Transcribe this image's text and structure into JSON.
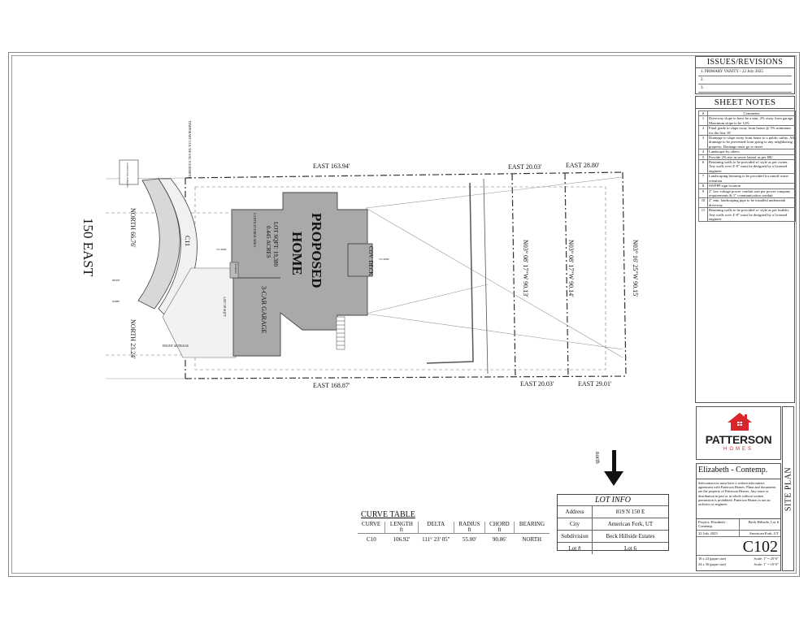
{
  "revisions": {
    "title": "ISSUES/REVISIONS",
    "items": [
      "1.  PRIMARY VANITY - 22 July 2025",
      "2.",
      "3."
    ]
  },
  "sheet_notes": {
    "title": "SHEET NOTES",
    "header": {
      "num": "#",
      "comment": "Comments"
    },
    "items": [
      {
        "num": "1",
        "text": "Driveway slope to have be a min. 2% away from garage. Maximum slope to be 12%"
      },
      {
        "num": "2",
        "text": "Final grade to slope away from house @ 5% minimum for the first 10'"
      },
      {
        "num": "3",
        "text": "Drainage to slope away from home to a public utility. All drainage to be prevented from going to any neighboring property. Drainage must go to street"
      },
      {
        "num": "4",
        "text": "Landscape by others"
      },
      {
        "num": "5",
        "text": "Provide 2% rise in sewer lateral as per IRC"
      },
      {
        "num": "6",
        "text": "Retaining walls to be provided w/ style as per owner. Any walls over 4'-0\" must be designed by a licensed engineer"
      },
      {
        "num": "7",
        "text": "Landscaping berming to be provided for runoff water retention"
      },
      {
        "num": "8",
        "text": "SWPPP sign location"
      },
      {
        "num": "9",
        "text": "2\" low voltage power conduit size per power company requirements & 1\" communication conduit"
      },
      {
        "num": "10",
        "text": "2\" min. landscaping pipe to be installed underneath driveway"
      },
      {
        "num": "11",
        "text": "Retaining walls to be provided w/ style as per builder. Any walls over 4'-0\" must be designed by a licensed engineer"
      }
    ]
  },
  "logo": {
    "brand": "PATTERSON",
    "sub": "HOMES",
    "brand_color": "#222222",
    "accent_color": "#d9262c"
  },
  "project": {
    "name": "Elizabeth - Contemp.",
    "disclaimer": "Subcontractors must have a written subcontract agreement with Patterson Homes. Plans and documents are the property of Patterson Homes. Any reuse or distribution in part or in whole without written permission is prohibited. Patterson Homes is not an architect or engineer.",
    "project_label": "Project: Elizabeth - Contemp.",
    "subdivision_lot": "Beck Hillside, Lot 6",
    "date": "22 July 2025",
    "city": "American Fork, UT",
    "sheet_number": "C102",
    "size_1": "18 x 24 (paper size)",
    "scale_1": "Scale: 1\" = 20'-0\"",
    "size_2": "24 x 36 (paper size)",
    "scale_2": "Scale: 1\" = 10'-0\"",
    "sheet_title": "SITE PLAN"
  },
  "lot_info": {
    "title": "LOT INFO",
    "rows": [
      {
        "label": "Address",
        "value": "819 N 150 E"
      },
      {
        "label": "City",
        "value": "American Fork, UT"
      },
      {
        "label": "Subdivision",
        "value": "Beck Hillside Estates"
      },
      {
        "label": "Lot #",
        "value": "Lot 6"
      }
    ]
  },
  "north_arrow": {
    "label": "north"
  },
  "curve_table": {
    "title": "CURVE TABLE",
    "headers": [
      {
        "h": "CURVE",
        "u": ""
      },
      {
        "h": "LENGTH",
        "u": "ft"
      },
      {
        "h": "DELTA",
        "u": ""
      },
      {
        "h": "RADIUS",
        "u": "ft"
      },
      {
        "h": "CHORD",
        "u": "ft"
      },
      {
        "h": "BEARING",
        "u": ""
      }
    ],
    "rows": [
      {
        "curve": "C10",
        "length": "106.92'",
        "delta": "111° 23' 05\"",
        "radius": "55.00'",
        "chord": "90.86'",
        "bearing": "NORTH"
      }
    ]
  },
  "plan": {
    "street": "150 EAST",
    "home_label_1": "PROPOSED",
    "home_label_2": "HOME",
    "lot_sqft": "LOT SQFT: 19,380",
    "acres": "0.445 ACRES",
    "garage": "3-CAR GARAGE",
    "cov_deck": "COV. DECK",
    "cantilevered": "CANTILEVERED AREA",
    "porch": "PORCH",
    "driveway_sqft": "1,007.38 SQFT",
    "cul_de_sac": "TEMPORARY CUL-DE-SAC EASEMENT",
    "dumpster": "construction dumpster",
    "curve_label": "C11",
    "front_setback": "FRONT SETBACK",
    "min_slope": "5% MIN.",
    "sewer": "sewer",
    "water": "water",
    "dims": {
      "top_main": "EAST  163.94'",
      "top_mid": "EAST  20.03'",
      "top_right": "EAST  28.80'",
      "bottom_main": "EAST  168.87'",
      "bottom_mid": "EAST  20.03'",
      "bottom_right": "EAST  29.01'",
      "north_upper": "NORTH  66.76'",
      "north_lower": "NORTH  23.24'",
      "bearing_1": "N03° 08' 17\"W  90.13'",
      "bearing_2": "N03° 08' 17\"W  90.14'",
      "bearing_3": "N03° 16' 25\"W  90.15'"
    }
  }
}
